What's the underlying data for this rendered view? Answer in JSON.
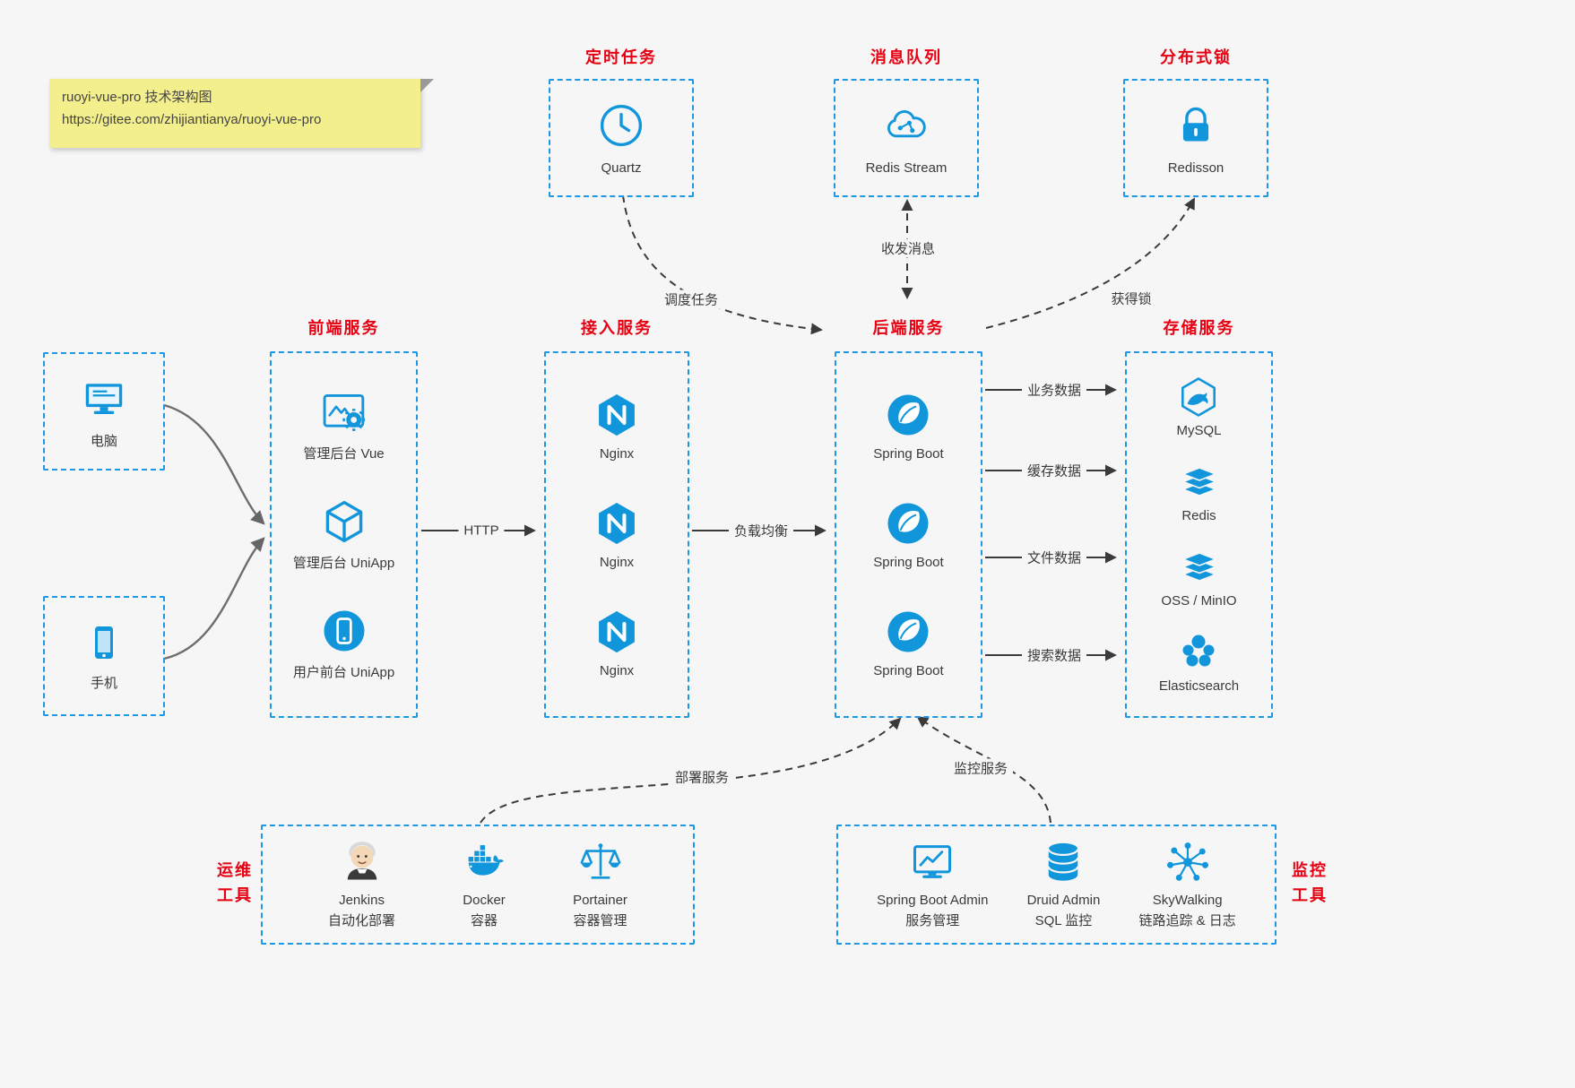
{
  "note": {
    "title": "ruoyi-vue-pro 技术架构图",
    "url": "https://gitee.com/zhijiantianya/ruoyi-vue-pro"
  },
  "colors": {
    "accent_blue": "#1296db",
    "title_red": "#e60012",
    "note_bg": "#f4ef8d",
    "arrow_dark": "#3a3a3a"
  },
  "top_groups": [
    {
      "title": "定时任务",
      "item": {
        "name": "Quartz",
        "icon": "clock-icon"
      }
    },
    {
      "title": "消息队列",
      "item": {
        "name": "Redis Stream",
        "icon": "cloud-network-icon"
      }
    },
    {
      "title": "分布式锁",
      "item": {
        "name": "Redisson",
        "icon": "lock-icon"
      }
    }
  ],
  "clients": [
    {
      "label": "电脑",
      "icon": "desktop-icon"
    },
    {
      "label": "手机",
      "icon": "mobile-icon"
    }
  ],
  "columns": [
    {
      "title": "前端服务",
      "items": [
        {
          "label": "管理后台 Vue",
          "icon": "admin-vue-icon"
        },
        {
          "label": "管理后台 UniApp",
          "icon": "uniapp-cube-icon"
        },
        {
          "label": "用户前台 UniApp",
          "icon": "user-app-icon"
        }
      ]
    },
    {
      "title": "接入服务",
      "items": [
        {
          "label": "Nginx",
          "icon": "nginx-icon"
        },
        {
          "label": "Nginx",
          "icon": "nginx-icon"
        },
        {
          "label": "Nginx",
          "icon": "nginx-icon"
        }
      ]
    },
    {
      "title": "后端服务",
      "items": [
        {
          "label": "Spring Boot",
          "icon": "spring-boot-icon"
        },
        {
          "label": "Spring Boot",
          "icon": "spring-boot-icon"
        },
        {
          "label": "Spring Boot",
          "icon": "spring-boot-icon"
        }
      ]
    },
    {
      "title": "存储服务",
      "items": [
        {
          "label": "MySQL",
          "icon": "mysql-icon"
        },
        {
          "label": "Redis",
          "icon": "redis-stack-icon"
        },
        {
          "label": "OSS / MinIO",
          "icon": "oss-stack-icon"
        },
        {
          "label": "Elasticsearch",
          "icon": "elasticsearch-icon"
        }
      ]
    }
  ],
  "edge_labels": {
    "http": "HTTP",
    "load_balance": "负载均衡",
    "schedule_task": "调度任务",
    "send_receive_message": "收发消息",
    "acquire_lock": "获得锁",
    "business_data": "业务数据",
    "cache_data": "缓存数据",
    "file_data": "文件数据",
    "search_data": "搜索数据",
    "deploy_service": "部署服务",
    "monitor_service": "监控服务"
  },
  "bottom_groups": [
    {
      "side_label_line1": "运维",
      "side_label_line2": "工具",
      "items": [
        {
          "name": "Jenkins",
          "desc": "自动化部署",
          "icon": "jenkins-icon"
        },
        {
          "name": "Docker",
          "desc": "容器",
          "icon": "docker-icon"
        },
        {
          "name": "Portainer",
          "desc": "容器管理",
          "icon": "portainer-icon"
        }
      ]
    },
    {
      "side_label_line1": "监控",
      "side_label_line2": "工具",
      "items": [
        {
          "name": "Spring Boot Admin",
          "desc": "服务管理",
          "icon": "spring-boot-admin-icon"
        },
        {
          "name": "Druid Admin",
          "desc": "SQL 监控",
          "icon": "druid-db-icon"
        },
        {
          "name": "SkyWalking",
          "desc": "链路追踪 & 日志",
          "icon": "skywalking-icon"
        }
      ]
    }
  ]
}
